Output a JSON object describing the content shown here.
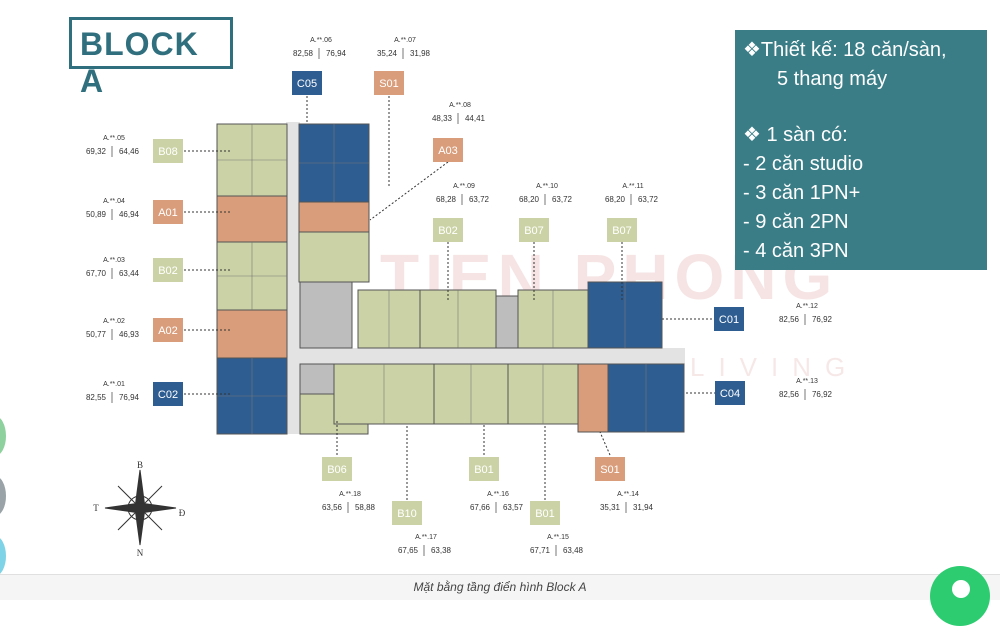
{
  "title": "BLOCK A",
  "info": {
    "line1": "❖Thiết kế: 18 căn/sàn,",
    "line2": "5 thang máy",
    "line3": "❖ 1 sàn có:",
    "line4": "-  2 căn studio",
    "line5": "-  3 căn 1PN+",
    "line6": "-  9 căn 2PN",
    "line7": "-  4 căn 3PN"
  },
  "caption": "Mặt bằng tầng điển hình Block A",
  "watermark": {
    "name": "TIEN PHONG",
    "tagline": "LIVING"
  },
  "colors": {
    "green": "#cbd3a6",
    "blue": "#2e5d92",
    "salmon": "#d99d7b",
    "teal": "#3a7d87",
    "gray": "#bdbdbd"
  },
  "compass": {
    "north": "B",
    "south": "N",
    "east": "Đ",
    "west": "T"
  },
  "units": [
    {
      "code": "C05",
      "type": "blue",
      "id": "A.**.06",
      "area1": "82,58",
      "area2": "76,94"
    },
    {
      "code": "S01",
      "type": "salmon",
      "id": "A.**.07",
      "area1": "35,24",
      "area2": "31,98"
    },
    {
      "code": "A03",
      "type": "salmon",
      "id": "A.**.08",
      "area1": "48,33",
      "area2": "44,41"
    },
    {
      "code": "B08",
      "type": "green",
      "id": "A.**.05",
      "area1": "69,32",
      "area2": "64,46"
    },
    {
      "code": "A01",
      "type": "salmon",
      "id": "A.**.04",
      "area1": "50,89",
      "area2": "46,94"
    },
    {
      "code": "B02",
      "type": "green",
      "id": "A.**.03",
      "area1": "67,70",
      "area2": "63,44"
    },
    {
      "code": "A02",
      "type": "salmon",
      "id": "A.**.02",
      "area1": "50,77",
      "area2": "46,93"
    },
    {
      "code": "C02",
      "type": "blue",
      "id": "A.**.01",
      "area1": "82,55",
      "area2": "76,94"
    },
    {
      "code": "B02",
      "type": "green",
      "id": "A.**.09",
      "area1": "68,28",
      "area2": "63,72"
    },
    {
      "code": "B07",
      "type": "green",
      "id": "A.**.10",
      "area1": "68,20",
      "area2": "63,72"
    },
    {
      "code": "B07",
      "type": "green",
      "id": "A.**.11",
      "area1": "68,20",
      "area2": "63,72"
    },
    {
      "code": "C01",
      "type": "blue",
      "id": "A.**.12",
      "area1": "82,56",
      "area2": "76,92"
    },
    {
      "code": "C04",
      "type": "blue",
      "id": "A.**.13",
      "area1": "82,56",
      "area2": "76,92"
    },
    {
      "code": "B06",
      "type": "green",
      "id": "A.**.18",
      "area1": "63,56",
      "area2": "58,88"
    },
    {
      "code": "B10",
      "type": "green",
      "id": "A.**.17",
      "area1": "67,65",
      "area2": "63,38"
    },
    {
      "code": "B01",
      "type": "green",
      "id": "A.**.16",
      "area1": "67,66",
      "area2": "63,57"
    },
    {
      "code": "B01",
      "type": "green",
      "id": "A.**.15",
      "area1": "67,71",
      "area2": "63,48"
    },
    {
      "code": "S01",
      "type": "salmon",
      "id": "A.**.14",
      "area1": "35,31",
      "area2": "31,94"
    }
  ]
}
